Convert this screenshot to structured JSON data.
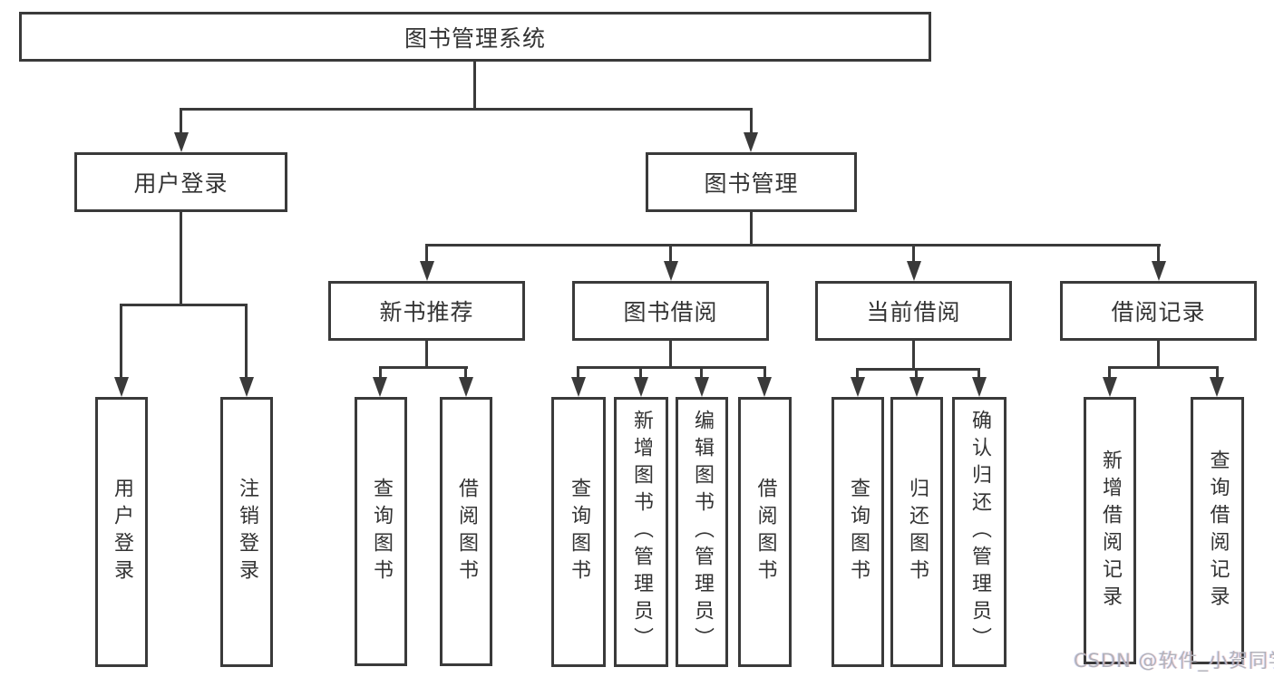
{
  "nodes": {
    "root": {
      "label": "图书管理系统"
    },
    "user_login": {
      "label": "用户登录"
    },
    "book_mgmt": {
      "label": "图书管理"
    },
    "new_books": {
      "label": "新书推荐"
    },
    "book_borrow": {
      "label": "图书借阅"
    },
    "current_borrow": {
      "label": "当前借阅"
    },
    "borrow_records": {
      "label": "借阅记录"
    },
    "leaf_user_login": {
      "label": "用户登录"
    },
    "leaf_logout": {
      "label": "注销登录"
    },
    "leaf_nb_query": {
      "label": "查询图书"
    },
    "leaf_nb_borrow": {
      "label": "借阅图书"
    },
    "leaf_bb_query": {
      "label": "查询图书"
    },
    "leaf_bb_add": {
      "label": "新增图书（管理员）"
    },
    "leaf_bb_edit": {
      "label": "编辑图书（管理员）"
    },
    "leaf_bb_borrow": {
      "label": "借阅图书"
    },
    "leaf_cb_query": {
      "label": "查询图书"
    },
    "leaf_cb_return": {
      "label": "归还图书"
    },
    "leaf_cb_confirm": {
      "label": "确认归还（管理员）"
    },
    "leaf_br_add": {
      "label": "新增借阅记录"
    },
    "leaf_br_query": {
      "label": "查询借阅记录"
    }
  },
  "watermark": {
    "text": "CSDN @软件_小贺同学"
  },
  "colors": {
    "line": "#3a3a3a",
    "text": "#333333",
    "watermark": "#b2b2ba",
    "background": "#ffffff"
  }
}
